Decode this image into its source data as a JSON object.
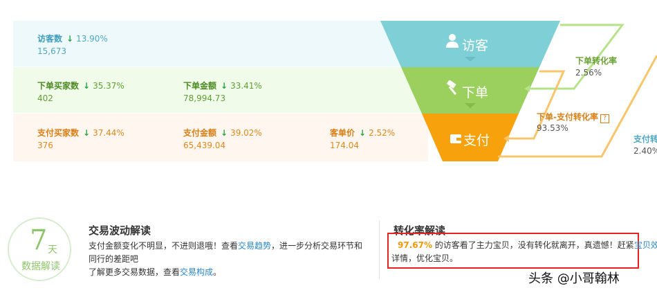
{
  "funnel": {
    "visitors": {
      "stage_label": "访客",
      "metrics": [
        {
          "label": "访客数",
          "change": "13.90%",
          "value": "15,673"
        }
      ]
    },
    "order": {
      "stage_label": "下单",
      "metrics": [
        {
          "label": "下单买家数",
          "change": "35.37%",
          "value": "402"
        },
        {
          "label": "下单金额",
          "change": "33.41%",
          "value": "78,994.73"
        }
      ]
    },
    "pay": {
      "stage_label": "支付",
      "metrics": [
        {
          "label": "支付买家数",
          "change": "37.44%",
          "value": "376"
        },
        {
          "label": "支付金额",
          "change": "39.02%",
          "value": "65,439.04"
        },
        {
          "label": "客单价",
          "change": "2.52%",
          "value": "174.04"
        }
      ]
    },
    "rates": [
      {
        "title": "下单转化率",
        "value": "2.56%"
      },
      {
        "title": "下单-支付转化率",
        "value": "93.53%"
      },
      {
        "title": "支付转",
        "value": "2.40%"
      }
    ],
    "colors": {
      "visitors": "#7fd0d6",
      "order": "#9bd05e",
      "pay": "#f7a20c"
    }
  },
  "badge": {
    "number": "7",
    "unit": "天",
    "text": "数据解读"
  },
  "trade": {
    "title": "交易波动解读",
    "line1_pre": "支付金额变化不明显，不进则退哦！查看",
    "line1_link": "交易趋势",
    "line1_post": "，进一步分析交易环节和",
    "line2": "同行的差距吧",
    "line3_pre": "了解更多交易数据，查看",
    "line3_link": "交易构成",
    "line3_post": "。"
  },
  "conversion": {
    "title": "转化率解读",
    "pct": "97.67%",
    "line1": " 的访客看了主力宝贝，没有转化就离开，真遗憾！赶紧",
    "line1_link": "宝贝效",
    "line2": "详情，优化宝贝。"
  },
  "watermark": "头条 @小哥翰林"
}
